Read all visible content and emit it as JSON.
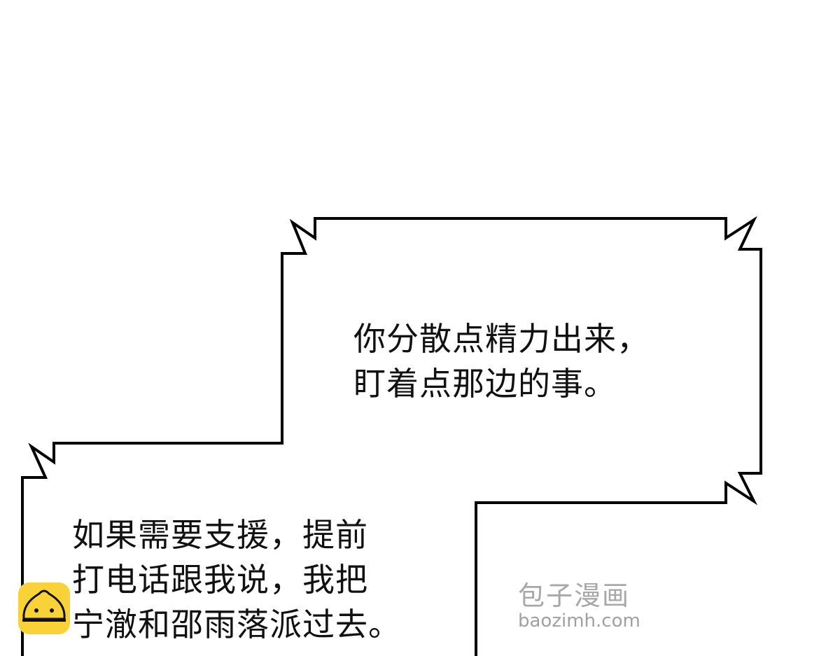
{
  "panel": {
    "bubble_top": {
      "lines": [
        "你分散点精力出来，",
        "盯着点那边的事。"
      ]
    },
    "bubble_bottom": {
      "lines": [
        "如果需要支援，提前",
        "打电话跟我说，我把",
        "宁澈和邵雨落派过去。"
      ]
    }
  },
  "watermark": {
    "name": "包子漫画",
    "url": "baozimh.com",
    "icon": "steamed-bun-logo-icon",
    "color": "#f9d23a"
  }
}
